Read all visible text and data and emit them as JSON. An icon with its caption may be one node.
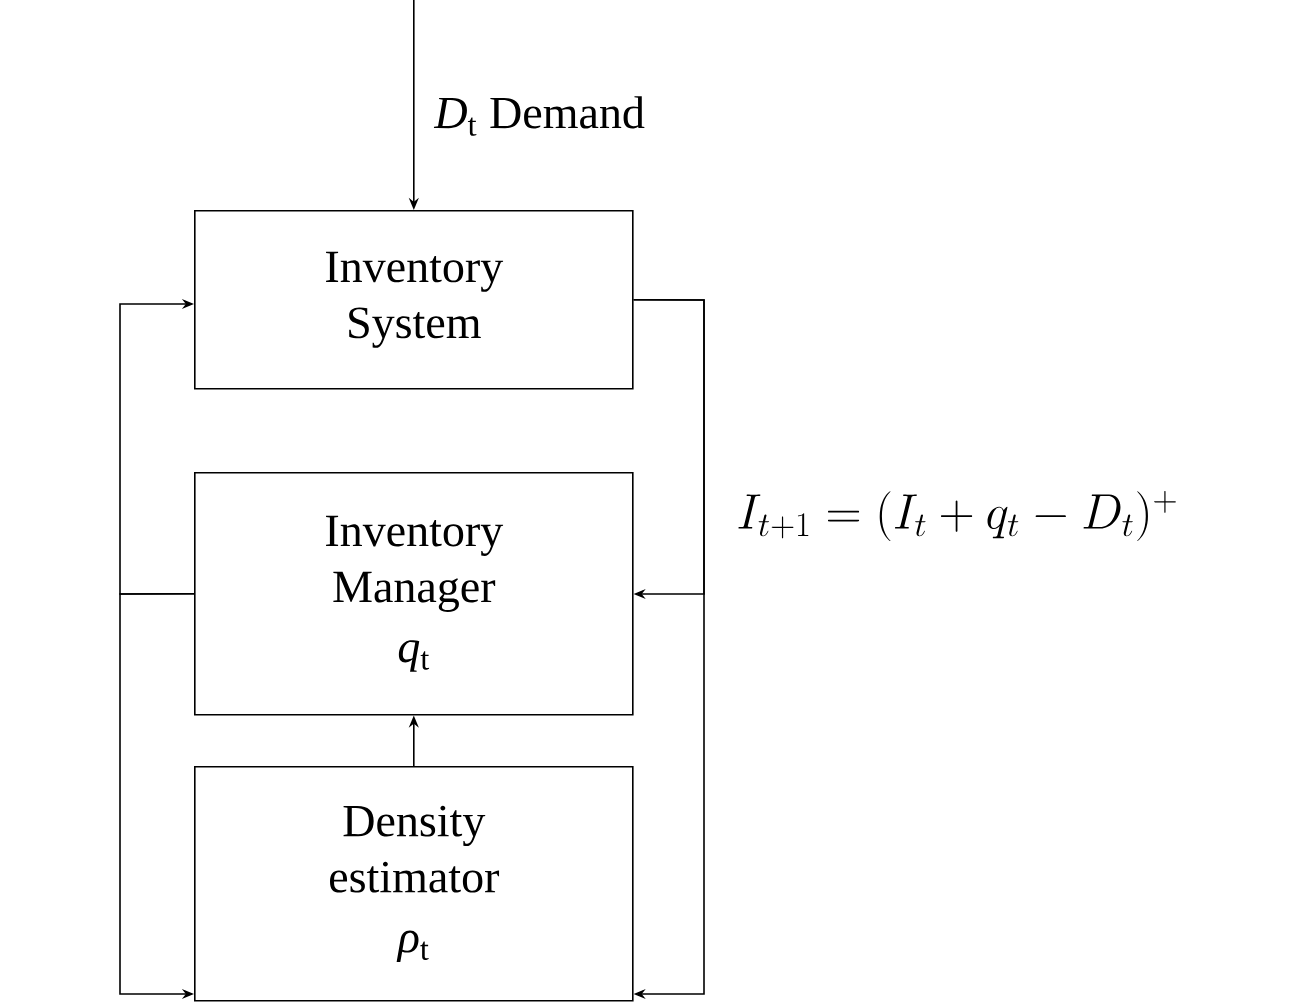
{
  "diagram": {
    "nodes": [
      {
        "text": [
          "Inventory System"
        ]
      },
      {
        "text": [
          "Inventory Manager",
          "*q*$_{t}$"
        ]
      },
      {
        "text": [
          "Density estimator",
          "*ρ*$_{t}$"
        ]
      }
    ],
    "edges": [
      {
        "from": null,
        "to": 0,
        "arrow": "to",
        "label": "*D*$_{t}$ Demand"
      },
      {
        "from": 0,
        "to": 1,
        "arrow": "to"
      },
      {
        "from": 0,
        "to": 2,
        "arrow": "to"
      },
      {
        "from": 2,
        "to": 1,
        "arrow": "to"
      },
      {
        "from": 1,
        "to": 0,
        "arrow": "to"
      },
      {
        "from": 1,
        "to": 2,
        "arrow": "to"
      }
    ],
    "labels": [
      "I_{t+1} = (I_t + q_t - D_t)^+"
    ]
  }
}
